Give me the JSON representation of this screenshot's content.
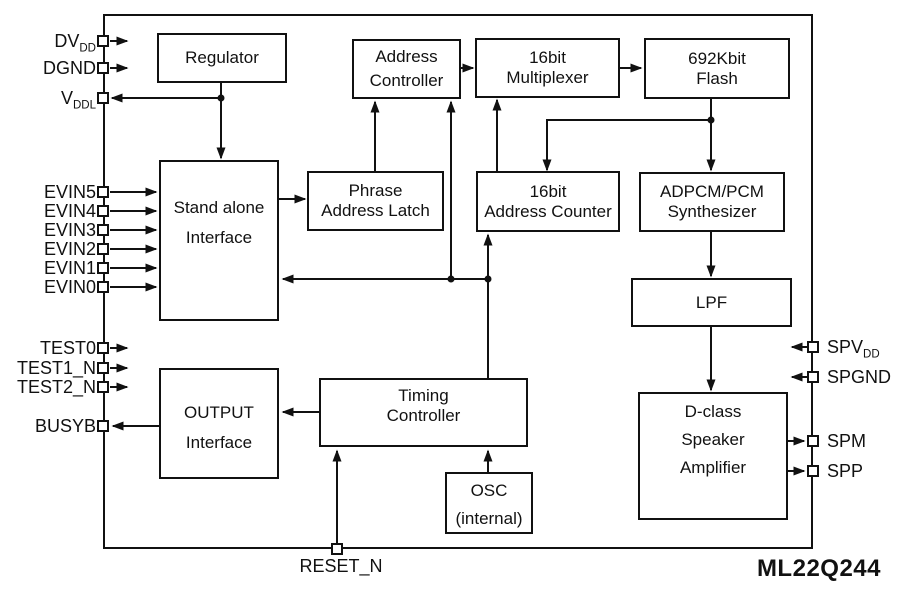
{
  "chip_label": "ML22Q244",
  "colors": {
    "ink": "#111111",
    "background": "#ffffff"
  },
  "blocks": {
    "regulator": {
      "lines": [
        "Regulator"
      ]
    },
    "address_controller": {
      "lines": [
        "Address",
        "Controller"
      ]
    },
    "multiplexer_16bit": {
      "lines": [
        "16bit",
        "Multiplexer"
      ]
    },
    "flash_692kbit": {
      "lines": [
        "692Kbit",
        "Flash"
      ]
    },
    "stand_alone_interface": {
      "lines": [
        "Stand alone",
        "Interface"
      ]
    },
    "phrase_address_latch": {
      "lines": [
        "Phrase",
        "Address Latch"
      ]
    },
    "address_counter_16bit": {
      "lines": [
        "16bit",
        "Address Counter"
      ]
    },
    "adpcm_pcm_synthesizer": {
      "lines": [
        "ADPCM/PCM",
        "Synthesizer"
      ]
    },
    "lpf": {
      "lines": [
        "LPF"
      ]
    },
    "output_interface": {
      "lines": [
        "OUTPUT",
        "Interface"
      ]
    },
    "timing_controller": {
      "lines": [
        "Timing",
        "Controller"
      ]
    },
    "d_class_speaker_amplifier": {
      "lines": [
        "D-class",
        "Speaker",
        "Amplifier"
      ]
    },
    "osc_internal": {
      "lines": [
        "OSC",
        "(internal)"
      ]
    }
  },
  "pins": {
    "dvdd": {
      "main": "DV",
      "sub": "DD"
    },
    "dgnd": {
      "main": "DGND"
    },
    "vddl": {
      "main": "V",
      "sub": "DDL"
    },
    "evin5": {
      "main": "EVIN5"
    },
    "evin4": {
      "main": "EVIN4"
    },
    "evin3": {
      "main": "EVIN3"
    },
    "evin2": {
      "main": "EVIN2"
    },
    "evin1": {
      "main": "EVIN1"
    },
    "evin0": {
      "main": "EVIN0"
    },
    "test0": {
      "main": "TEST0"
    },
    "test1_n": {
      "main": "TEST1_N"
    },
    "test2_n": {
      "main": "TEST2_N"
    },
    "busyb": {
      "main": "BUSYB"
    },
    "spvdd": {
      "main": "SPV",
      "sub": "DD"
    },
    "spgnd": {
      "main": "SPGND"
    },
    "spm": {
      "main": "SPM"
    },
    "spp": {
      "main": "SPP"
    },
    "reset_n": {
      "main": "RESET_N"
    }
  }
}
